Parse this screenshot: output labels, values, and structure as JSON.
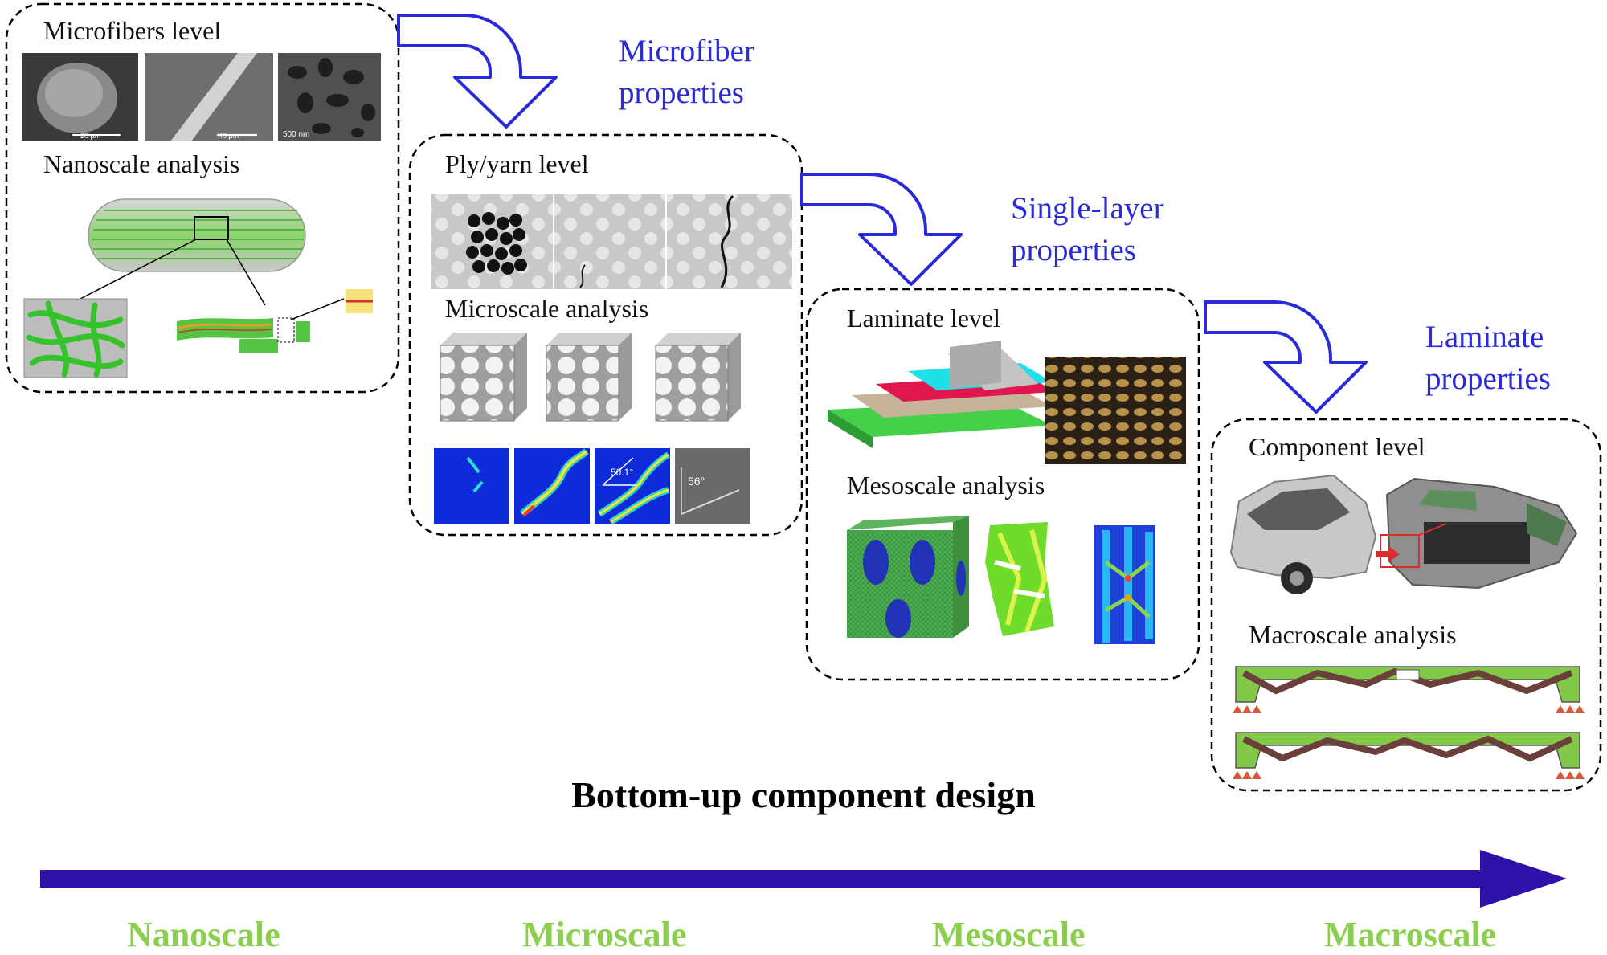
{
  "levels": [
    {
      "title": "Microfibers level",
      "analysis": "Nanoscale analysis"
    },
    {
      "title": "Ply/yarn level",
      "analysis": "Microscale analysis"
    },
    {
      "title": "Laminate level",
      "analysis": "Mesoscale analysis"
    },
    {
      "title": "Component level",
      "analysis": "Macroscale analysis"
    }
  ],
  "transitions": [
    {
      "line1": "Microfiber",
      "line2": "properties"
    },
    {
      "line1": "Single-layer",
      "line2": "properties"
    },
    {
      "line1": "Laminate",
      "line2": "properties"
    }
  ],
  "sem_scale_labels": [
    "20 µm",
    "40 µm",
    "500 nm"
  ],
  "crack_angle_labels": [
    "50.1°",
    "56°"
  ],
  "main_title": "Bottom-up component design",
  "scales": [
    "Nanoscale",
    "Microscale",
    "Mesoscale",
    "Macroscale"
  ],
  "colors": {
    "arrow_blue": "#2a2ad8",
    "axis_arrow": "#2f10a8",
    "scale_green": "#8ccf4e"
  }
}
